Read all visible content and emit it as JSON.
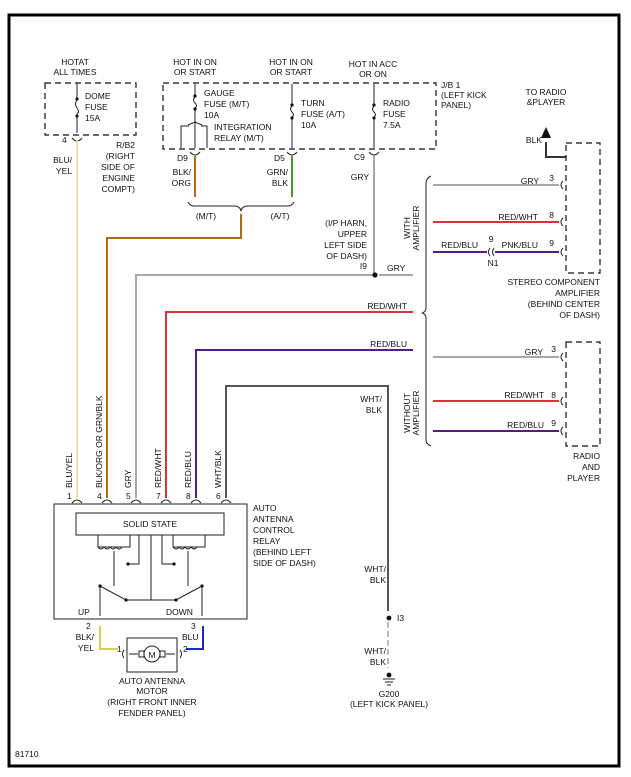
{
  "figure_id": "81710",
  "colors": {
    "BLU_YEL": "#e8e2a0",
    "BLK_ORG": "#b06b18",
    "GRN_BLK": "#3c9a2a",
    "GRY": "#a8a8a8",
    "RED_WHT": "#d9343a",
    "RED_BLU": "#5a1a8a",
    "WHT_BLK": "#555555",
    "BLK": "#333333",
    "BLK_YEL": "#d8cc5a",
    "BLU": "#1a2ad0"
  },
  "power": {
    "dome": {
      "header": [
        "HOTAT",
        "ALL TIMES"
      ],
      "fuse": [
        "DOME",
        "FUSE",
        "15A"
      ],
      "pin": "4",
      "wire": [
        "BLU/",
        "YEL"
      ],
      "block": [
        "R/B2",
        "(RIGHT",
        "SIDE OF",
        "ENGINE",
        "COMPT)"
      ]
    },
    "gauge": {
      "header": [
        "HOT IN ON",
        "OR START"
      ],
      "fuse": [
        "GAUGE",
        "FUSE  (M/T)",
        "10A"
      ],
      "relay": [
        "INTEGRATION",
        "RELAY  (M/T)"
      ],
      "pin": "D9",
      "wire": [
        "BLK/",
        "ORG"
      ]
    },
    "turn": {
      "header": [
        "HOT IN ON",
        "OR START"
      ],
      "fuse": [
        "TURN",
        "FUSE  (A/T)",
        "10A"
      ],
      "pin": "D5",
      "wire": [
        "GRN/",
        "BLK"
      ]
    },
    "radio": {
      "header": [
        "HOT IN ACC",
        "OR ON"
      ],
      "fuse": [
        "RADIO",
        "FUSE",
        "7.5A"
      ],
      "pin": "C9",
      "wire": "GRY"
    },
    "jb1": [
      "J/B 1",
      "(LEFT KICK",
      "PANEL)"
    ],
    "brace": {
      "mt": "(M/T)",
      "at": "(A/T)"
    }
  },
  "splice_i9": {
    "label": [
      "(I/P HARN,",
      "UPPER",
      "LEFT SIDE",
      "OF DASH)"
    ],
    "id": "I9",
    "wire": "GRY"
  },
  "to_radio": {
    "label": [
      "TO RADIO",
      "&PLAYER"
    ],
    "wire": "BLK"
  },
  "with_amp": {
    "label": [
      "WITH",
      "AMPLIFIER"
    ],
    "rows": [
      {
        "wire": "GRY",
        "pin": "3"
      },
      {
        "wire": "RED/WHT",
        "pin": "8"
      },
      {
        "wire_in": "RED/BLU",
        "connector_pin": "9",
        "connector": "N1",
        "wire": "PNK/BLU",
        "pin": "9"
      }
    ],
    "component": [
      "STEREO COMPONENT",
      "AMPLIFIER",
      "(BEHIND CENTER",
      "OF DASH)"
    ]
  },
  "without_amp": {
    "label": [
      "WITHOUT",
      "AMPLIFIER"
    ],
    "rows": [
      {
        "wire": "GRY",
        "pin": "3"
      },
      {
        "wire": "RED/WHT",
        "pin": "8"
      },
      {
        "wire": "RED/BLU",
        "pin": "9"
      }
    ],
    "component": [
      "RADIO",
      "AND",
      "PLAYER"
    ]
  },
  "mid_labels": {
    "red_wht": "RED/WHT",
    "red_blu": "RED/BLU",
    "wht_blk": [
      "WHT/",
      "BLK"
    ]
  },
  "relay": {
    "pins": [
      {
        "pin": "1",
        "wire": "BLU/YEL"
      },
      {
        "pin": "4",
        "wire": "BLK/ORG  OR  GRN/BLK"
      },
      {
        "pin": "5",
        "wire": "GRY"
      },
      {
        "pin": "7",
        "wire": "RED/WHT"
      },
      {
        "pin": "8",
        "wire": "RED/BLU"
      },
      {
        "pin": "6",
        "wire": "WHT/BLK"
      }
    ],
    "solid_state": "SOLID STATE",
    "up": "UP",
    "down": "DOWN",
    "name": [
      "AUTO",
      "ANTENNA",
      "CONTROL",
      "RELAY",
      "(BEHIND LEFT",
      "SIDE OF DASH)"
    ],
    "out_pins": [
      {
        "pin": "2",
        "wire": [
          "BLK/",
          "YEL"
        ]
      },
      {
        "pin": "3",
        "wire": [
          "BLU"
        ]
      }
    ]
  },
  "motor": {
    "symbol": "M",
    "pin_left": "1",
    "pin_right": "2",
    "name": [
      "AUTO ANTENNA",
      "MOTOR",
      "(RIGHT FRONT INNER",
      "FENDER PANEL)"
    ]
  },
  "ground": {
    "wire_upper": [
      "WHT/",
      "BLK"
    ],
    "splice": "I3",
    "wire_lower": [
      "WHT/",
      "BLK"
    ],
    "id": "G200",
    "location": "(LEFT KICK PANEL)"
  }
}
